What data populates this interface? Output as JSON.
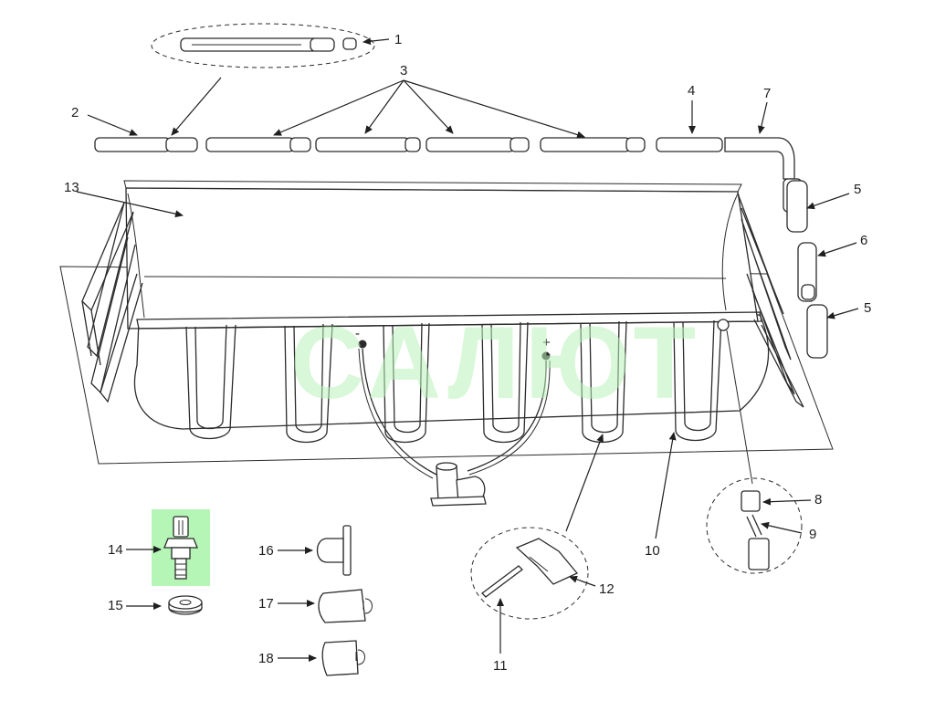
{
  "callouts": [
    {
      "id": "1",
      "text": "1"
    },
    {
      "id": "2",
      "text": "2"
    },
    {
      "id": "3",
      "text": "3"
    },
    {
      "id": "4",
      "text": "4"
    },
    {
      "id": "5a",
      "text": "5"
    },
    {
      "id": "5b",
      "text": "5"
    },
    {
      "id": "6",
      "text": "6"
    },
    {
      "id": "7",
      "text": "7"
    },
    {
      "id": "8",
      "text": "8"
    },
    {
      "id": "9",
      "text": "9"
    },
    {
      "id": "10",
      "text": "10"
    },
    {
      "id": "11",
      "text": "11"
    },
    {
      "id": "12",
      "text": "12"
    },
    {
      "id": "13",
      "text": "13"
    },
    {
      "id": "14",
      "text": "14"
    },
    {
      "id": "15",
      "text": "15"
    },
    {
      "id": "16",
      "text": "16"
    },
    {
      "id": "17",
      "text": "17"
    },
    {
      "id": "18",
      "text": "18"
    }
  ],
  "pump_marks": {
    "minus": "-",
    "plus": "+"
  },
  "watermark": "САЛЮТ",
  "colors": {
    "line": "#2b2b2b",
    "highlight": "#b5f5b5",
    "watermark": "#b9f0b9",
    "background": "#ffffff"
  }
}
